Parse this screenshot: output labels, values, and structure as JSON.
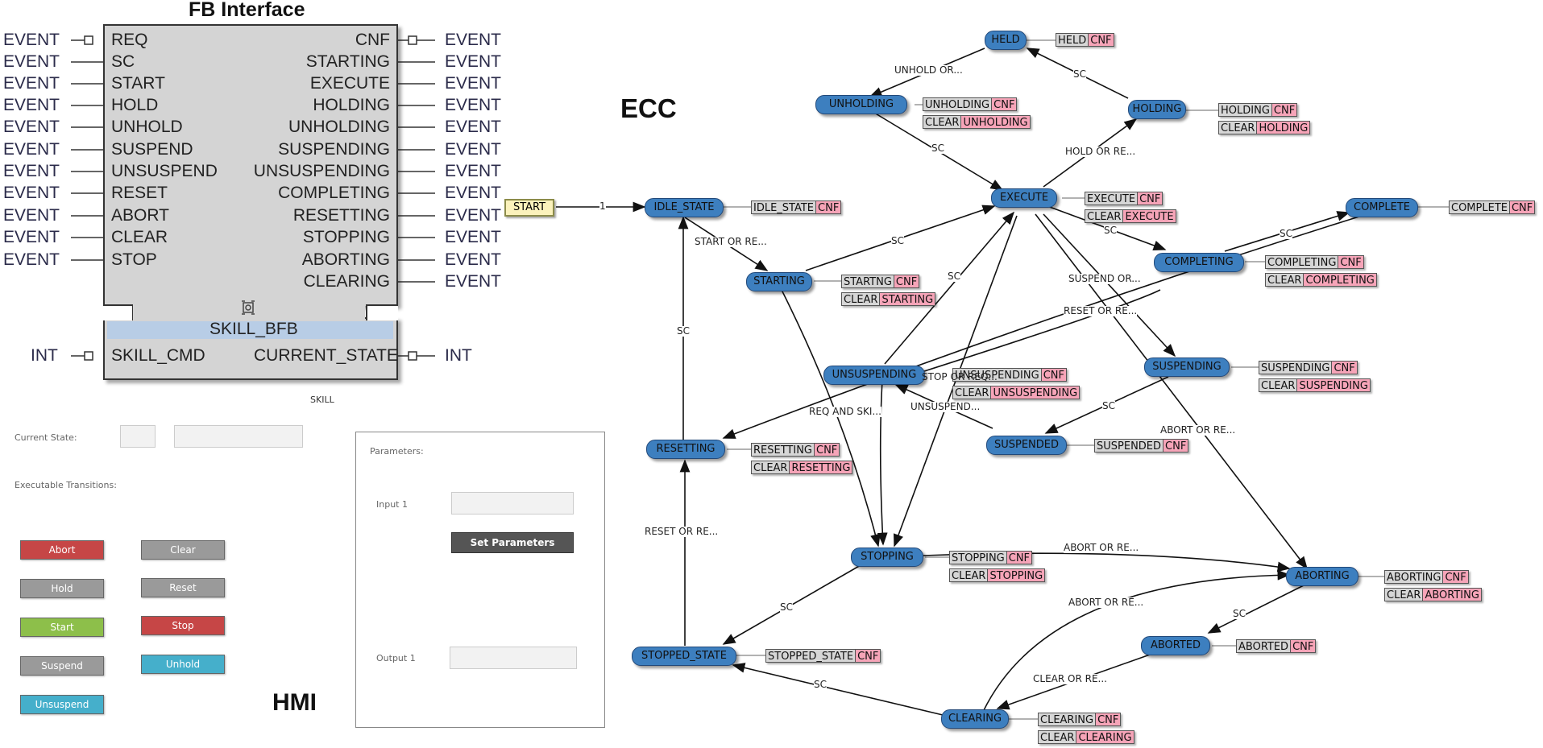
{
  "fb": {
    "title": "FB Interface",
    "type_name": "SKILL_BFB",
    "instance_name": "SKILL",
    "input_events": [
      {
        "type": "EVENT",
        "name": "REQ"
      },
      {
        "type": "EVENT",
        "name": "SC"
      },
      {
        "type": "EVENT",
        "name": "START"
      },
      {
        "type": "EVENT",
        "name": "HOLD"
      },
      {
        "type": "EVENT",
        "name": "UNHOLD"
      },
      {
        "type": "EVENT",
        "name": "SUSPEND"
      },
      {
        "type": "EVENT",
        "name": "UNSUSPEND"
      },
      {
        "type": "EVENT",
        "name": "RESET"
      },
      {
        "type": "EVENT",
        "name": "ABORT"
      },
      {
        "type": "EVENT",
        "name": "CLEAR"
      },
      {
        "type": "EVENT",
        "name": "STOP"
      }
    ],
    "output_events": [
      {
        "type": "EVENT",
        "name": "CNF"
      },
      {
        "type": "EVENT",
        "name": "STARTING"
      },
      {
        "type": "EVENT",
        "name": "EXECUTE"
      },
      {
        "type": "EVENT",
        "name": "HOLDING"
      },
      {
        "type": "EVENT",
        "name": "UNHOLDING"
      },
      {
        "type": "EVENT",
        "name": "SUSPENDING"
      },
      {
        "type": "EVENT",
        "name": "UNSUSPENDING"
      },
      {
        "type": "EVENT",
        "name": "COMPLETING"
      },
      {
        "type": "EVENT",
        "name": "RESETTING"
      },
      {
        "type": "EVENT",
        "name": "STOPPING"
      },
      {
        "type": "EVENT",
        "name": "ABORTING"
      },
      {
        "type": "EVENT",
        "name": "CLEARING"
      }
    ],
    "input_data": {
      "type": "INT",
      "name": "SKILL_CMD"
    },
    "output_data": {
      "type": "INT",
      "name": "CURRENT_STATE"
    }
  },
  "ecc": {
    "title": "ECC",
    "start_label": "START",
    "start_transition": "1",
    "states": {
      "held": "HELD",
      "unholding": "UNHOLDING",
      "holding": "HOLDING",
      "execute": "EXECUTE",
      "idle": "IDLE_STATE",
      "starting": "STARTING",
      "complete": "COMPLETE",
      "completing": "COMPLETING",
      "unsuspending": "UNSUSPENDING",
      "suspending": "SUSPENDING",
      "resetting": "RESETTING",
      "suspended": "SUSPENDED",
      "stopping": "STOPPING",
      "aborting": "ABORTING",
      "aborted": "ABORTED",
      "stopped": "STOPPED_STATE",
      "clearing": "CLEARING"
    },
    "actions": {
      "held": [
        [
          "HELD",
          "CNF"
        ]
      ],
      "unholding": [
        [
          "UNHOLDING",
          "CNF"
        ],
        [
          "CLEAR",
          "UNHOLDING"
        ]
      ],
      "holding": [
        [
          "HOLDING",
          "CNF"
        ],
        [
          "CLEAR",
          "HOLDING"
        ]
      ],
      "execute": [
        [
          "EXECUTE",
          "CNF"
        ],
        [
          "CLEAR",
          "EXECUTE"
        ]
      ],
      "idle": [
        [
          "IDLE_STATE",
          "CNF"
        ]
      ],
      "starting": [
        [
          "STARTNG",
          "CNF"
        ],
        [
          "CLEAR",
          "STARTING"
        ]
      ],
      "complete": [
        [
          "COMPLETE",
          "CNF"
        ]
      ],
      "completing": [
        [
          "COMPLETING",
          "CNF"
        ],
        [
          "CLEAR",
          "COMPLETING"
        ]
      ],
      "unsuspending": [
        [
          "UNSUSPENDING",
          "CNF"
        ],
        [
          "CLEAR",
          "UNSUSPENDING"
        ]
      ],
      "suspending": [
        [
          "SUSPENDING",
          "CNF"
        ],
        [
          "CLEAR",
          "SUSPENDING"
        ]
      ],
      "resetting": [
        [
          "RESETTING",
          "CNF"
        ],
        [
          "CLEAR",
          "RESETTING"
        ]
      ],
      "suspended": [
        [
          "SUSPENDED",
          "CNF"
        ]
      ],
      "stopping": [
        [
          "STOPPING",
          "CNF"
        ],
        [
          "CLEAR",
          "STOPPING"
        ]
      ],
      "aborting": [
        [
          "ABORTING",
          "CNF"
        ],
        [
          "CLEAR",
          "ABORTING"
        ]
      ],
      "aborted": [
        [
          "ABORTED",
          "CNF"
        ]
      ],
      "stopped": [
        [
          "STOPPED_STATE",
          "CNF"
        ]
      ],
      "clearing": [
        [
          "CLEARING",
          "CNF"
        ],
        [
          "CLEAR",
          "CLEARING"
        ]
      ]
    },
    "transitions": {
      "unhold_or": "UNHOLD OR...",
      "held_sc": "SC",
      "unholding_sc": "SC",
      "hold_or": "HOLD OR RE...",
      "start_or": "START OR RE...",
      "starting_sc": "SC",
      "unsuspending_sc": "SC",
      "completing_sc": "SC",
      "complete_sc": "SC",
      "suspend_or": "SUSPEND OR...",
      "reset_or": "RESET OR RE...",
      "stop_or": "STOP OR REQ...",
      "req_and_ski": "REQ AND SKI...",
      "unsuspend": "UNSUSPEND...",
      "suspending_sc": "SC",
      "resetting_sc": "SC",
      "abort_or_1": "ABORT OR RE...",
      "reset_or_2": "RESET OR RE...",
      "abort_or_2": "ABORT OR RE...",
      "abort_or_3": "ABORT OR RE...",
      "stopping_sc": "SC",
      "aborting_sc": "SC",
      "clear_or": "CLEAR OR RE...",
      "clearing_sc": "SC"
    }
  },
  "hmi": {
    "title": "HMI",
    "current_state_label": "Current State:",
    "current_state_value": "",
    "current_state_text": "",
    "transitions_label": "Executable Transitions:",
    "buttons": {
      "abort": "Abort",
      "clear": "Clear",
      "hold": "Hold",
      "reset": "Reset",
      "start": "Start",
      "stop": "Stop",
      "suspend": "Suspend",
      "unhold": "Unhold",
      "unsuspend": "Unsuspend"
    },
    "parameters": {
      "title": "Parameters:",
      "input1_label": "Input 1",
      "input1_value": "",
      "set_button": "Set Parameters",
      "output1_label": "Output 1",
      "output1_value": ""
    }
  },
  "colors": {
    "state_fill": "#3d7fbf",
    "event_fill": "#f6a4b8",
    "algorithm_fill": "#d6d6d6",
    "fb_body": "#d4d4d4",
    "button_red": "#c64646",
    "button_gray": "#9a9a9a",
    "button_green": "#8dbf4a",
    "button_cyan": "#45afcb"
  }
}
